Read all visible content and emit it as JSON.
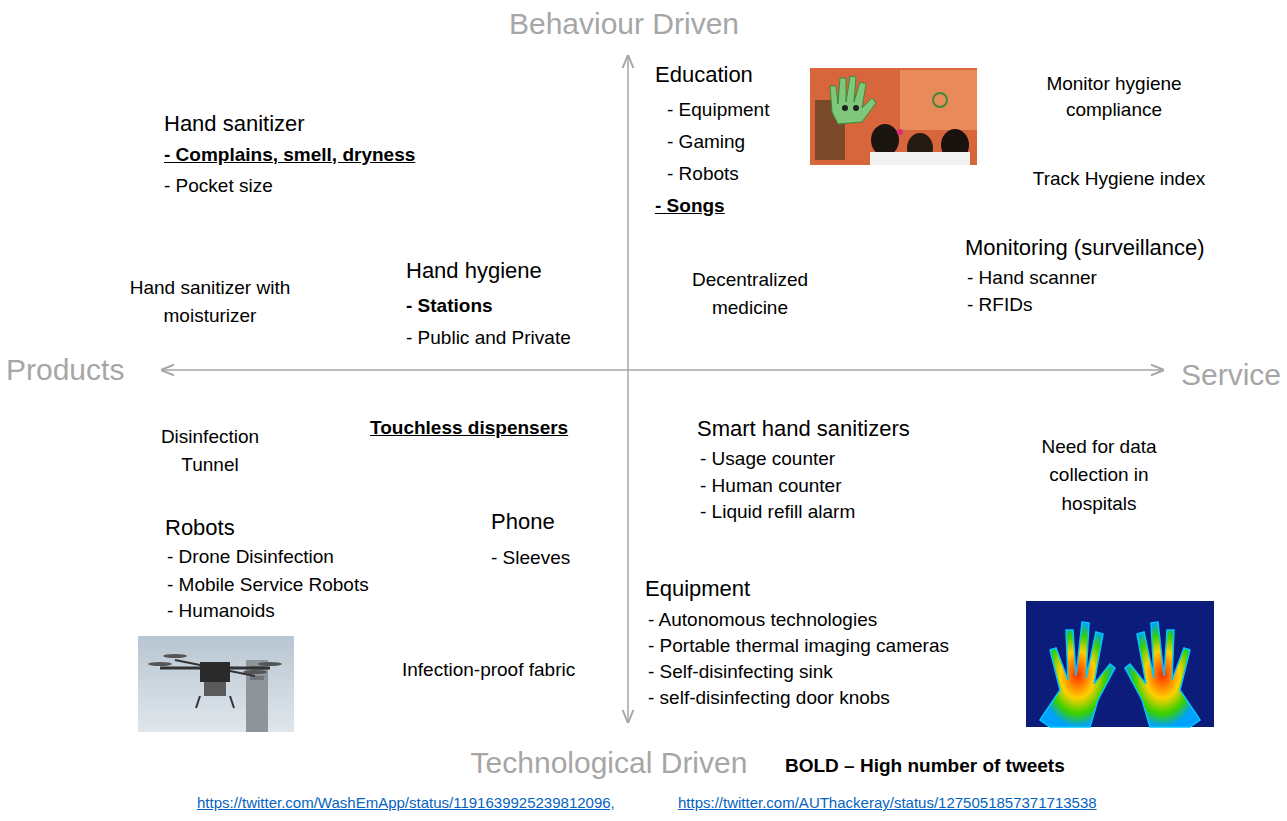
{
  "diagram": {
    "labels": [
      "Behaviour Driven",
      "Education",
      "- Equipment",
      "- Gaming",
      "- Robots",
      "- Songs",
      "Monitor hygiene compliance",
      "Hand sanitizer",
      "- Complains, smell, dryness",
      "Track Hygiene index",
      "- Pocket size",
      "Monitoring (surveillance)",
      "- Hand scanner",
      "Hand hygiene",
      "Decentralized medicine",
      "Hand sanitizer with moisturizer",
      "- RFIDs",
      "- Stations",
      "- Public and Private",
      "Products",
      "Service",
      "Touchless dispensers",
      "Smart hand sanitizers",
      "Disinfection Tunnel",
      "Need for data collection in hospitals",
      "- Usage counter",
      "- Human counter",
      "- Liquid refill alarm",
      "Phone",
      "Robots",
      "- Drone Disinfection",
      "- Sleeves",
      "- Mobile Service Robots",
      "- Humanoids",
      "Equipment",
      "- Autonomous technologies",
      "- Portable thermal imaging cameras",
      "- Self-disinfecting sink",
      "- self-disinfecting door knobs",
      "Infection-proof fabric",
      "Technological Driven",
      "BOLD – High number of tweets",
      "https://twitter.com/WashEmApp/status/1191639925239812096,",
      "https://twitter.com/AUThackeray/status/1275051857371713538"
    ]
  }
}
